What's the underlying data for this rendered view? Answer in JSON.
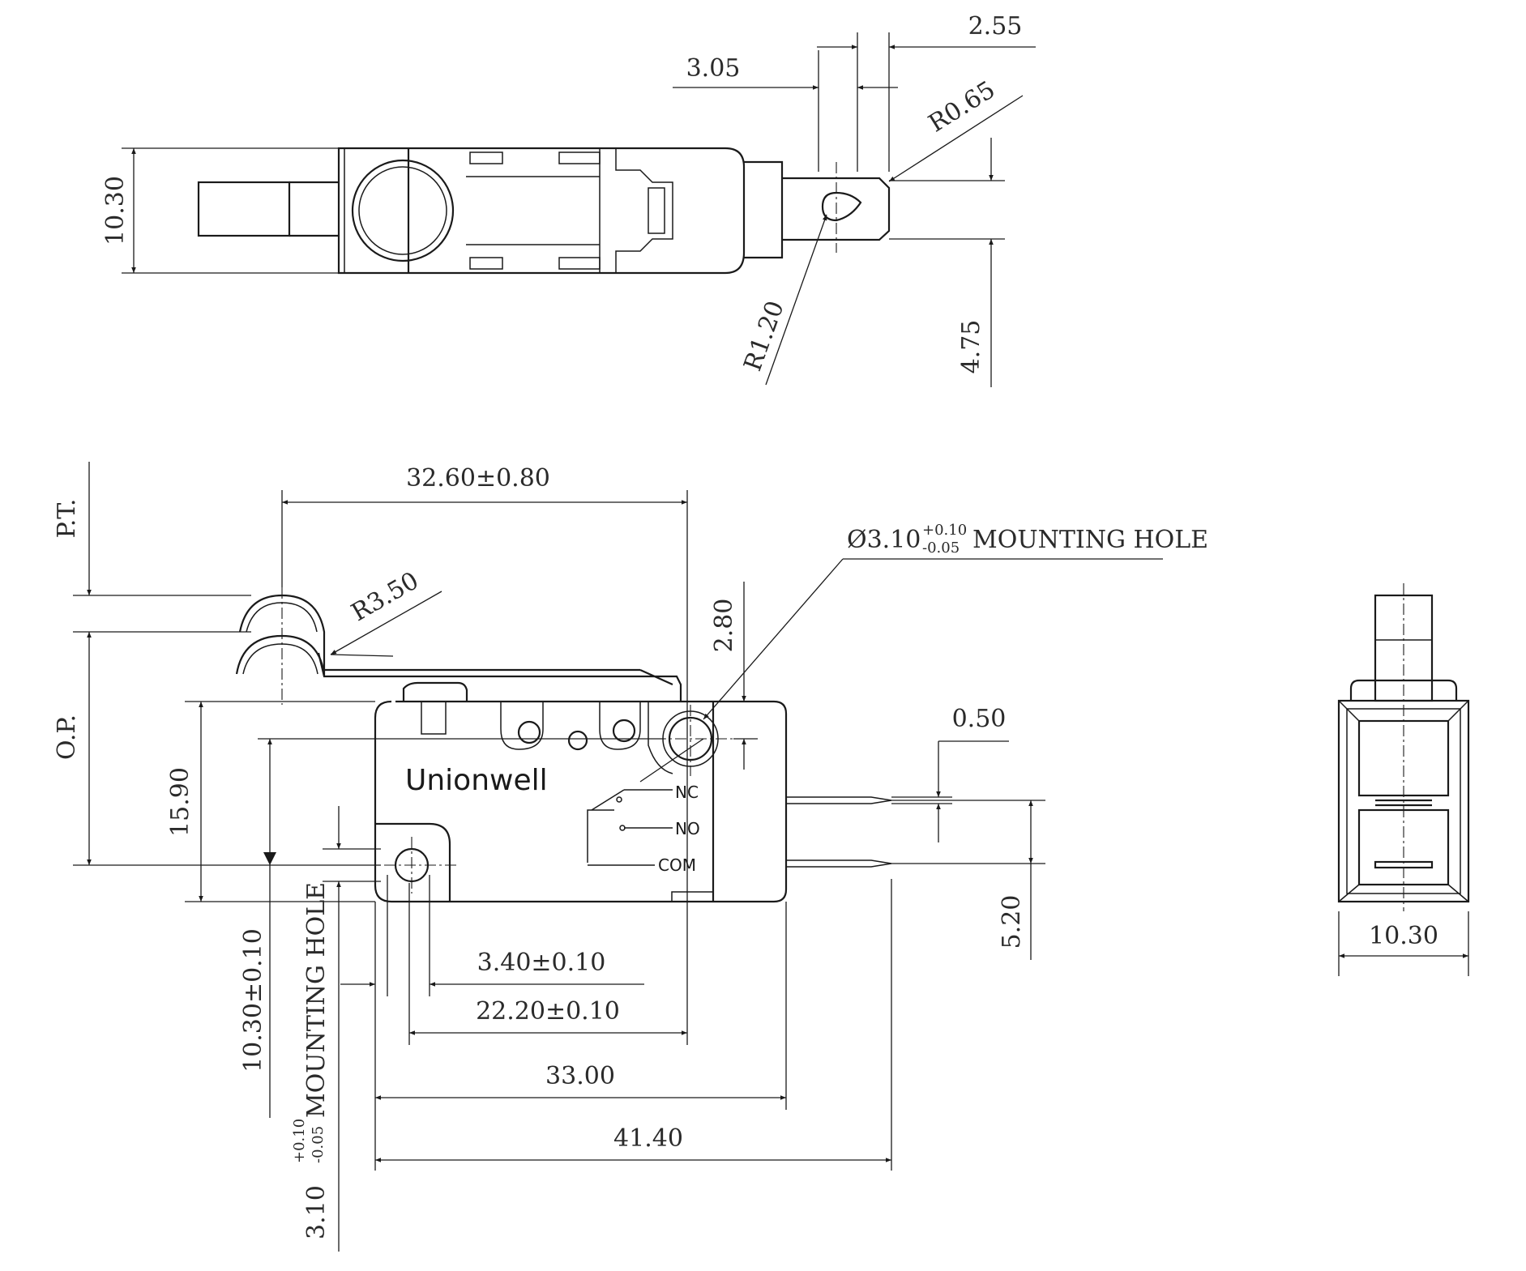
{
  "brand": "Unionwell",
  "terminals": {
    "nc": "NC",
    "no": "NO",
    "com": "COM"
  },
  "top_view": {
    "height": "10.30",
    "gap_a": "3.05",
    "gap_b": "2.55",
    "tip_radius": "R0.65",
    "hole_radius": "R1.20",
    "tab_offset": "4.75"
  },
  "front_view": {
    "overall_lever": "32.60±0.80",
    "mount_hole_main": "Ø3.10",
    "mount_hole_main_tol_upper": "+0.10",
    "mount_hole_main_tol_lower": "-0.05",
    "mount_hole_main_label": "MOUNTING HOLE",
    "lever_radius": "R3.50",
    "pt": "P.T.",
    "op": "O.P.",
    "height": "15.90",
    "hole_top_offset": "2.80",
    "terminal_thickness": "0.50",
    "terminal_pitch": "5.20",
    "hole_spacing_v": "10.30±0.10",
    "mount_hole_aux": "3.10",
    "mount_hole_aux_tol_upper": "+0.10",
    "mount_hole_aux_tol_lower": "-0.05",
    "mount_hole_aux_label": "MOUNTING HOLE",
    "hole_edge": "3.40±0.10",
    "hole_spacing_h": "22.20±0.10",
    "body_length": "33.00",
    "overall_length": "41.40"
  },
  "side_view": {
    "width": "10.30"
  }
}
